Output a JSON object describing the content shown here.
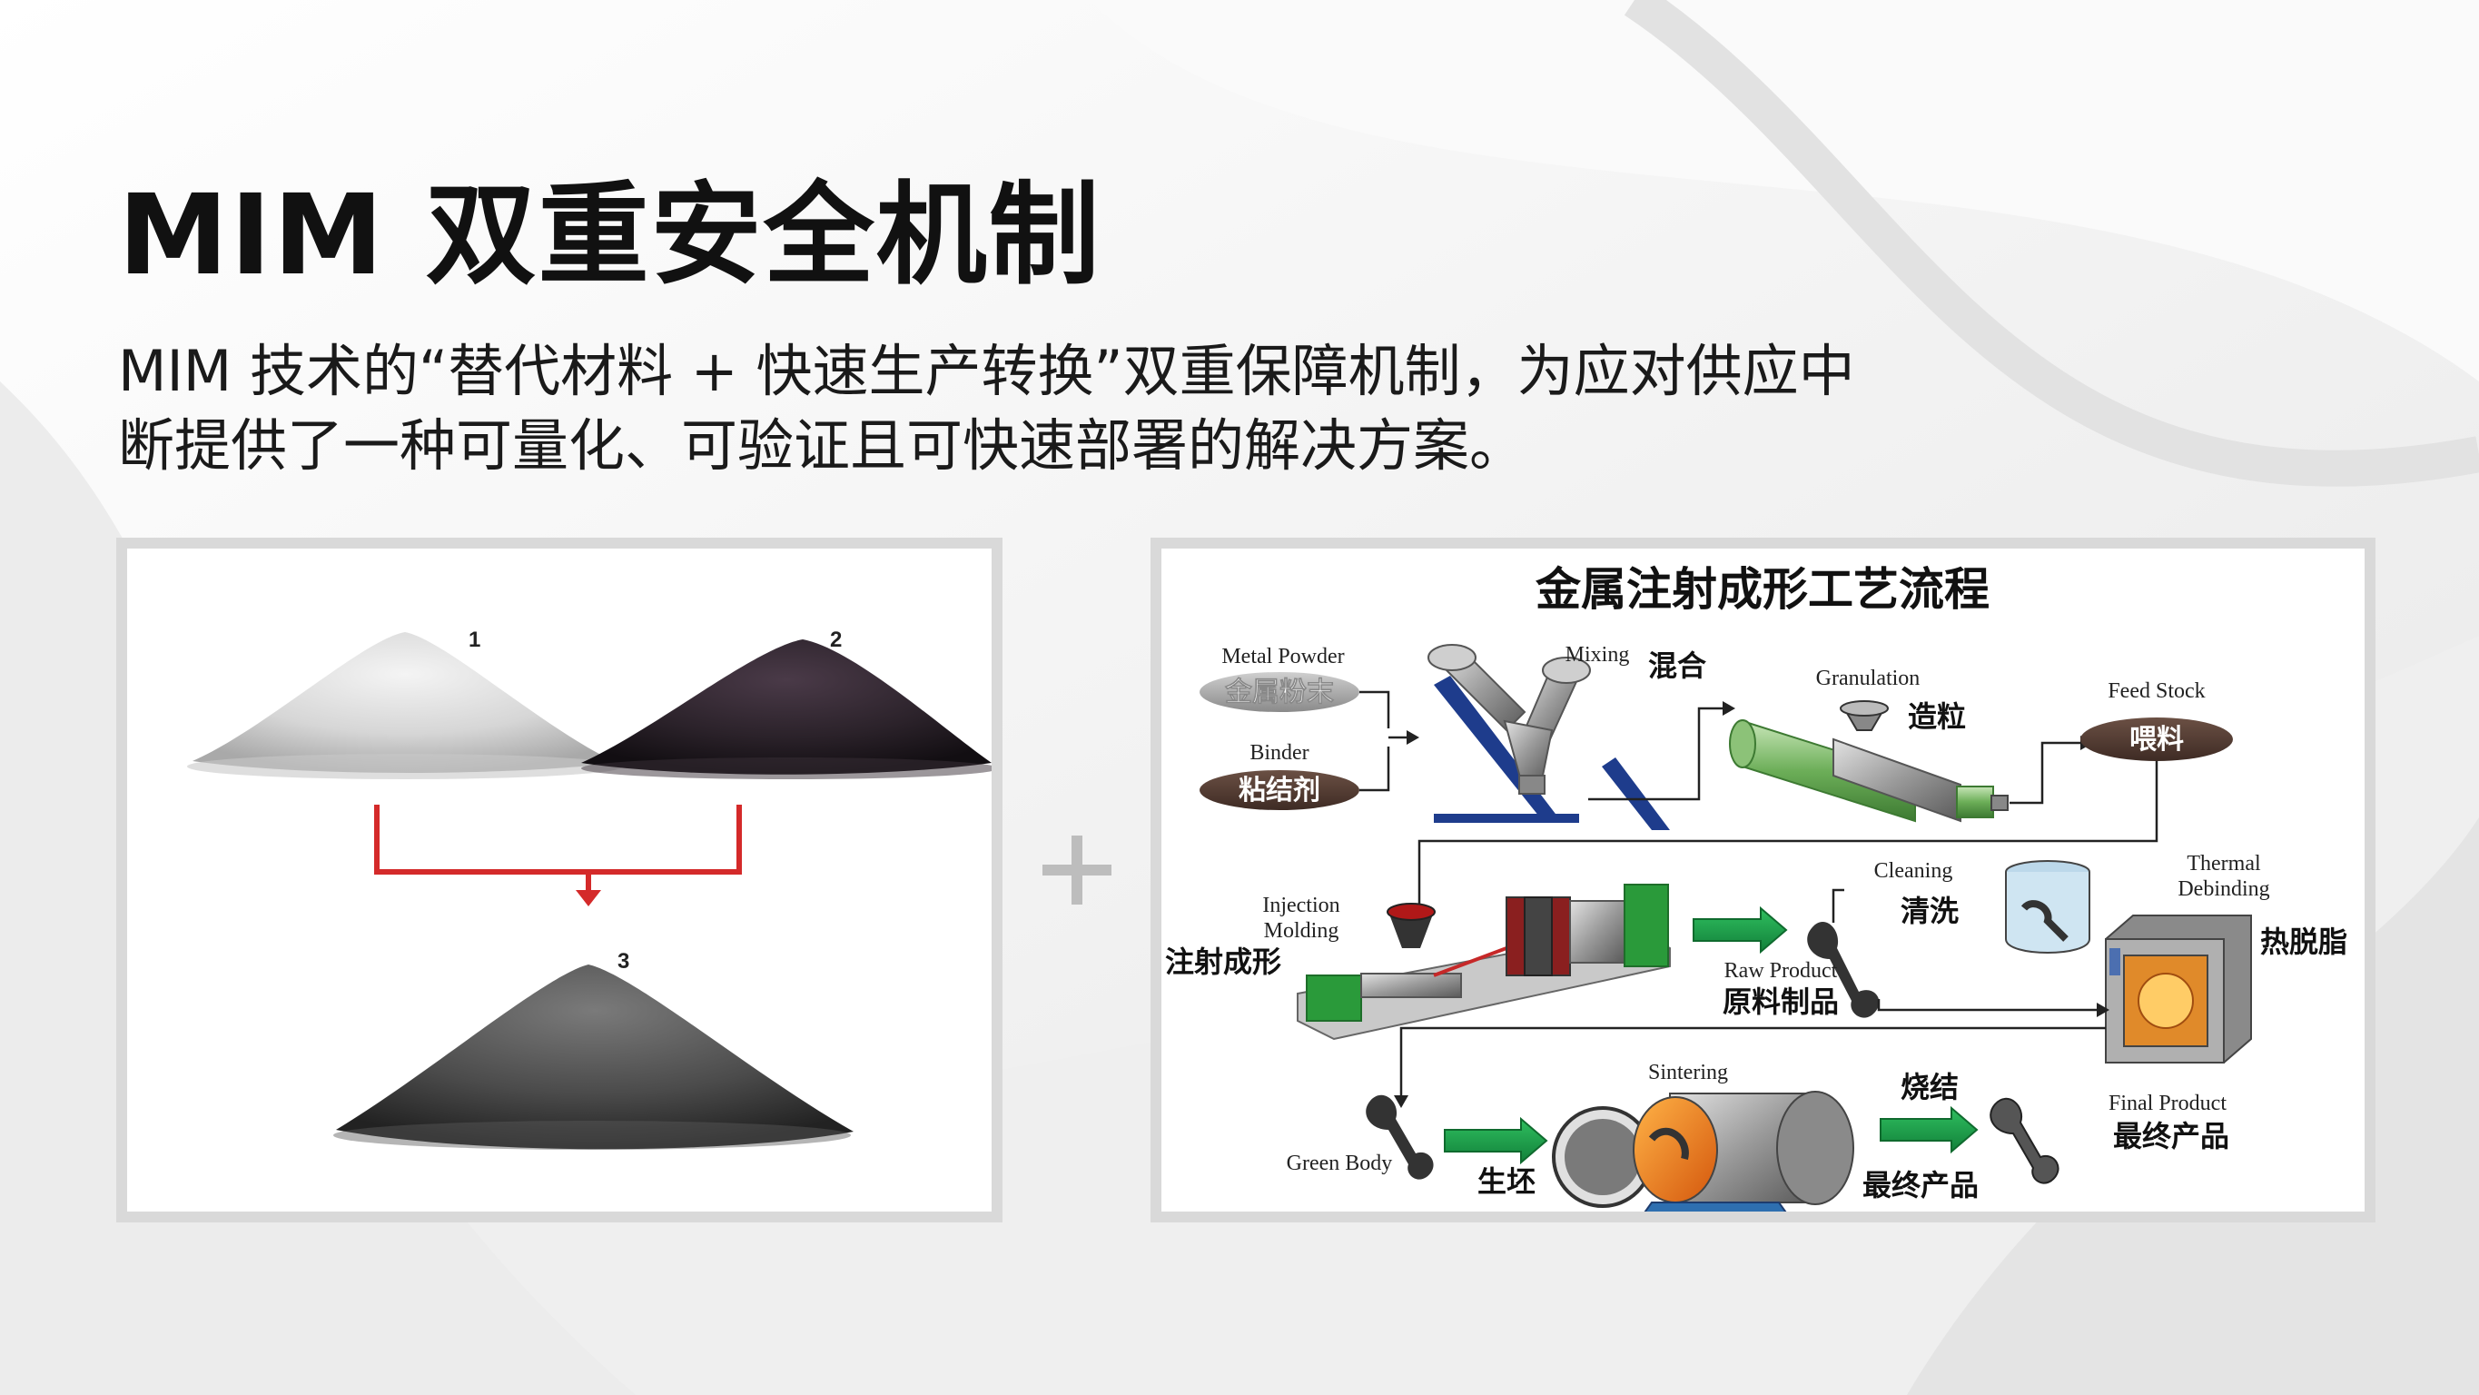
{
  "slide": {
    "title": "MIM 双重安全机制",
    "subtitle_line1": "MIM 技术的“替代材料 + 快速生产转换”双重保障机制，为应对供应中",
    "subtitle_line2": "断提供了一种可量化、可验证且可快速部署的解决方案。"
  },
  "powders": {
    "label_1": "1",
    "label_2": "2",
    "label_3": "3"
  },
  "process": {
    "title": "金属注射成形工艺流程",
    "metal_powder_en": "Metal Powder",
    "metal_powder_cn": "金属粉末",
    "binder_en": "Binder",
    "binder_cn": "粘结剂",
    "mixing_en": "Mixing",
    "mixing_cn": "混合",
    "granulation_en": "Granulation",
    "granulation_cn": "造粒",
    "feedstock_en": "Feed Stock",
    "feedstock_cn": "喂料",
    "injection_en_1": "Injection",
    "injection_en_2": "Molding",
    "injection_cn": "注射成形",
    "cleaning_en": "Cleaning",
    "cleaning_cn": "清洗",
    "thermal_en_1": "Thermal",
    "thermal_en_2": "Debinding",
    "thermal_cn": "热脱脂",
    "raw_en": "Raw Product",
    "raw_cn": "原料制品",
    "sintering_en": "Sintering",
    "sintering_cn": "烧结",
    "green_en": "Green Body",
    "green_cn": "生坯",
    "final_en": "Final Product",
    "final_cn": "最终产品",
    "final_label_cn": "最终产品"
  },
  "colors": {
    "arrow_red": "#d42a2a",
    "arrow_green": "#1f9e4a",
    "machine_blue": "#1e3c8c",
    "panel_border": "#d9d9d9"
  }
}
